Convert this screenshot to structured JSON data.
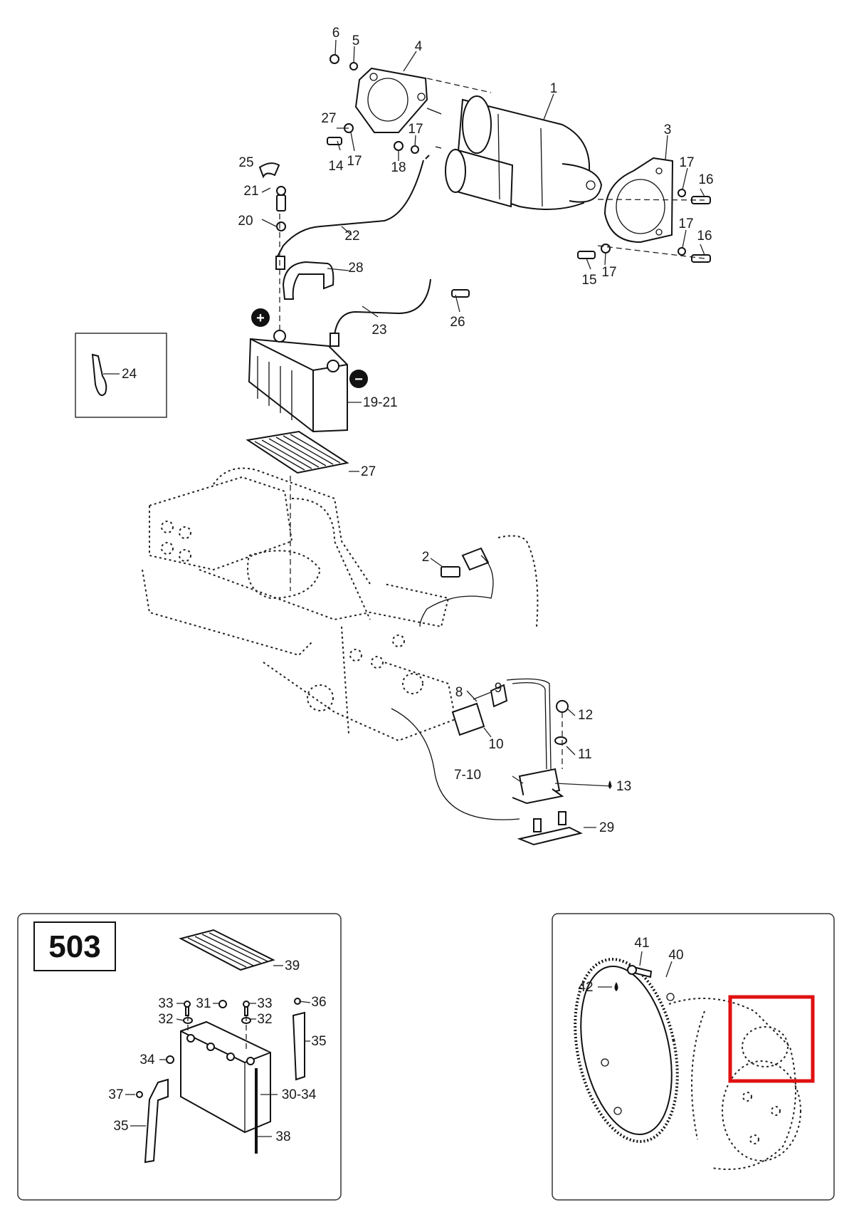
{
  "diagram": {
    "callouts": {
      "c1": "1",
      "c2": "2",
      "c3": "3",
      "c4": "4",
      "c5": "5",
      "c6": "6",
      "c7_10a": "7-10",
      "c8": "8",
      "c9": "9",
      "c10": "10",
      "c11": "11",
      "c12": "12",
      "c13": "13",
      "c14": "14",
      "c15": "15",
      "c16a": "16",
      "c16b": "16",
      "c17a": "17",
      "c17b": "17",
      "c17c": "17",
      "c17d": "17",
      "c17e": "17",
      "c18": "18",
      "c19_21": "19-21",
      "c20": "20",
      "c21": "21",
      "c22": "22",
      "c23": "23",
      "c24": "24",
      "c25": "25",
      "c26": "26",
      "c27a": "27",
      "c27b": "27",
      "c28": "28",
      "c29": "29"
    },
    "battery_terminals": {
      "positive": "+",
      "negative": "−"
    }
  },
  "inset_battery": {
    "model_badge": "503",
    "callouts": {
      "c30_34": "30-34",
      "c31": "31",
      "c32a": "32",
      "c32b": "32",
      "c33a": "33",
      "c33b": "33",
      "c34": "34",
      "c35a": "35",
      "c35b": "35",
      "c36": "36",
      "c37": "37",
      "c38": "38",
      "c39": "39"
    }
  },
  "inset_ring_gear": {
    "callouts": {
      "c40": "40",
      "c41": "41",
      "c42": "42"
    },
    "highlight_color": "#e01010"
  },
  "inset_tie": {
    "callouts": {
      "c24": "24"
    }
  }
}
